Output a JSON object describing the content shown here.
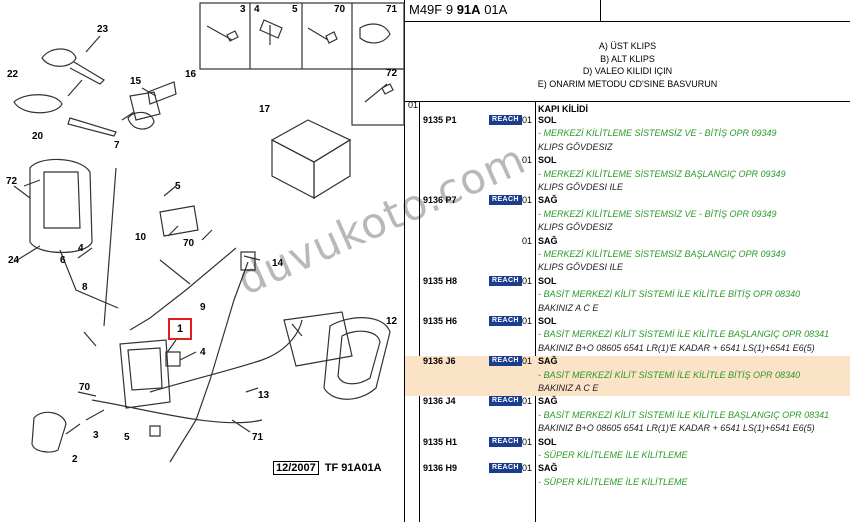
{
  "header": {
    "ref_prefix": "M49F 9",
    "ref_bold": "91A",
    "ref_suffix": "01A"
  },
  "notes": [
    "A) ÜST KLIPS",
    "B) ALT KLIPS",
    "D) VALEO KILIDI IÇIN",
    "E) ONARIM METODU CD'SINE BASVURUN"
  ],
  "group": {
    "num": "01",
    "title": "KAPI KİLİDİ"
  },
  "reach_label": "REACH",
  "entries": [
    {
      "part": "9135 P1",
      "reach": true,
      "qty": "01",
      "side": "SOL",
      "lines": [
        {
          "text": "- MERKEZİ KİLİTLEME SİSTEMSİZ VE - BİTİŞ OPR 09349",
          "color": "green"
        },
        {
          "text": "KLIPS GÖVDESIZ",
          "color": "dark"
        }
      ]
    },
    {
      "part": "",
      "reach": false,
      "qty": "01",
      "side": "SOL",
      "lines": [
        {
          "text": "- MERKEZİ KİLİTLEME SİSTEMSİZ BAŞLANGIÇ OPR 09349",
          "color": "green"
        },
        {
          "text": "KLIPS GÖVDESI ILE",
          "color": "dark"
        }
      ]
    },
    {
      "part": "9136 P7",
      "reach": true,
      "qty": "01",
      "side": "SAĞ",
      "lines": [
        {
          "text": "- MERKEZİ KİLİTLEME SİSTEMSİZ VE - BİTİŞ OPR 09349",
          "color": "green"
        },
        {
          "text": "KLIPS GÖVDESIZ",
          "color": "dark"
        }
      ]
    },
    {
      "part": "",
      "reach": false,
      "qty": "01",
      "side": "SAĞ",
      "lines": [
        {
          "text": "- MERKEZİ KİLİTLEME SİSTEMSİZ BAŞLANGIÇ OPR 09349",
          "color": "green"
        },
        {
          "text": "KLIPS GÖVDESI ILE",
          "color": "dark"
        }
      ]
    },
    {
      "part": "9135 H8",
      "reach": true,
      "qty": "01",
      "side": "SOL",
      "lines": [
        {
          "text": "- BASİT MERKEZİ KİLİT SİSTEMİ İLE KİLİTLE BİTİŞ OPR 08340",
          "color": "green"
        },
        {
          "text": "BAKINIZ A C E",
          "color": "dark"
        }
      ]
    },
    {
      "part": "9135 H6",
      "reach": true,
      "qty": "01",
      "side": "SOL",
      "lines": [
        {
          "text": "- BASİT MERKEZİ KİLİT SİSTEMİ İLE KİLİTLE BAŞLANGIÇ OPR 08341",
          "color": "green"
        },
        {
          "text": "BAKINIZ B+O 08605 6541 LR(1)'E KADAR + 6541 LS(1)+6541 E6(5)",
          "color": "dark"
        }
      ]
    },
    {
      "part": "9136 J6",
      "reach": true,
      "qty": "01",
      "side": "SAĞ",
      "highlight": true,
      "lines": [
        {
          "text": "- BASİT MERKEZİ KİLİT SİSTEMİ İLE KİLİTLE BİTİŞ OPR 08340",
          "color": "green"
        },
        {
          "text": "BAKINIZ A C E",
          "color": "dark"
        }
      ]
    },
    {
      "part": "9136 J4",
      "reach": true,
      "qty": "01",
      "side": "SAĞ",
      "lines": [
        {
          "text": "- BASİT MERKEZİ KİLİT SİSTEMİ İLE KİLİTLE BAŞLANGIÇ OPR 08341",
          "color": "green"
        },
        {
          "text": "BAKINIZ B+O 08605 6541 LR(1)'E KADAR + 6541 LS(1)+6541 E6(5)",
          "color": "dark"
        }
      ]
    },
    {
      "part": "9135 H1",
      "reach": true,
      "qty": "01",
      "side": "SOL",
      "lines": [
        {
          "text": "- SÜPER KİLİTLEME İLE KİLİTLEME",
          "color": "green"
        }
      ]
    },
    {
      "part": "9136 H9",
      "reach": true,
      "qty": "01",
      "side": "SAĞ",
      "lines": [
        {
          "text": "- SÜPER KİLİTLEME İLE KİLİTLEME",
          "color": "green"
        }
      ]
    }
  ],
  "diagram": {
    "callouts": [
      "23",
      "22",
      "20",
      "15",
      "16",
      "72",
      "7",
      "5",
      "10",
      "70",
      "24",
      "6",
      "4",
      "8",
      "9",
      "14",
      "17",
      "1",
      "4",
      "70",
      "3",
      "2",
      "5",
      "13",
      "71",
      "12"
    ],
    "inset_numbers": [
      "3",
      "4",
      "5",
      "70",
      "71",
      "72"
    ],
    "highlight_label": "1",
    "footer_date": "12/2007",
    "footer_code": "TF 91A01A",
    "watermark": "duvukoto.com"
  }
}
